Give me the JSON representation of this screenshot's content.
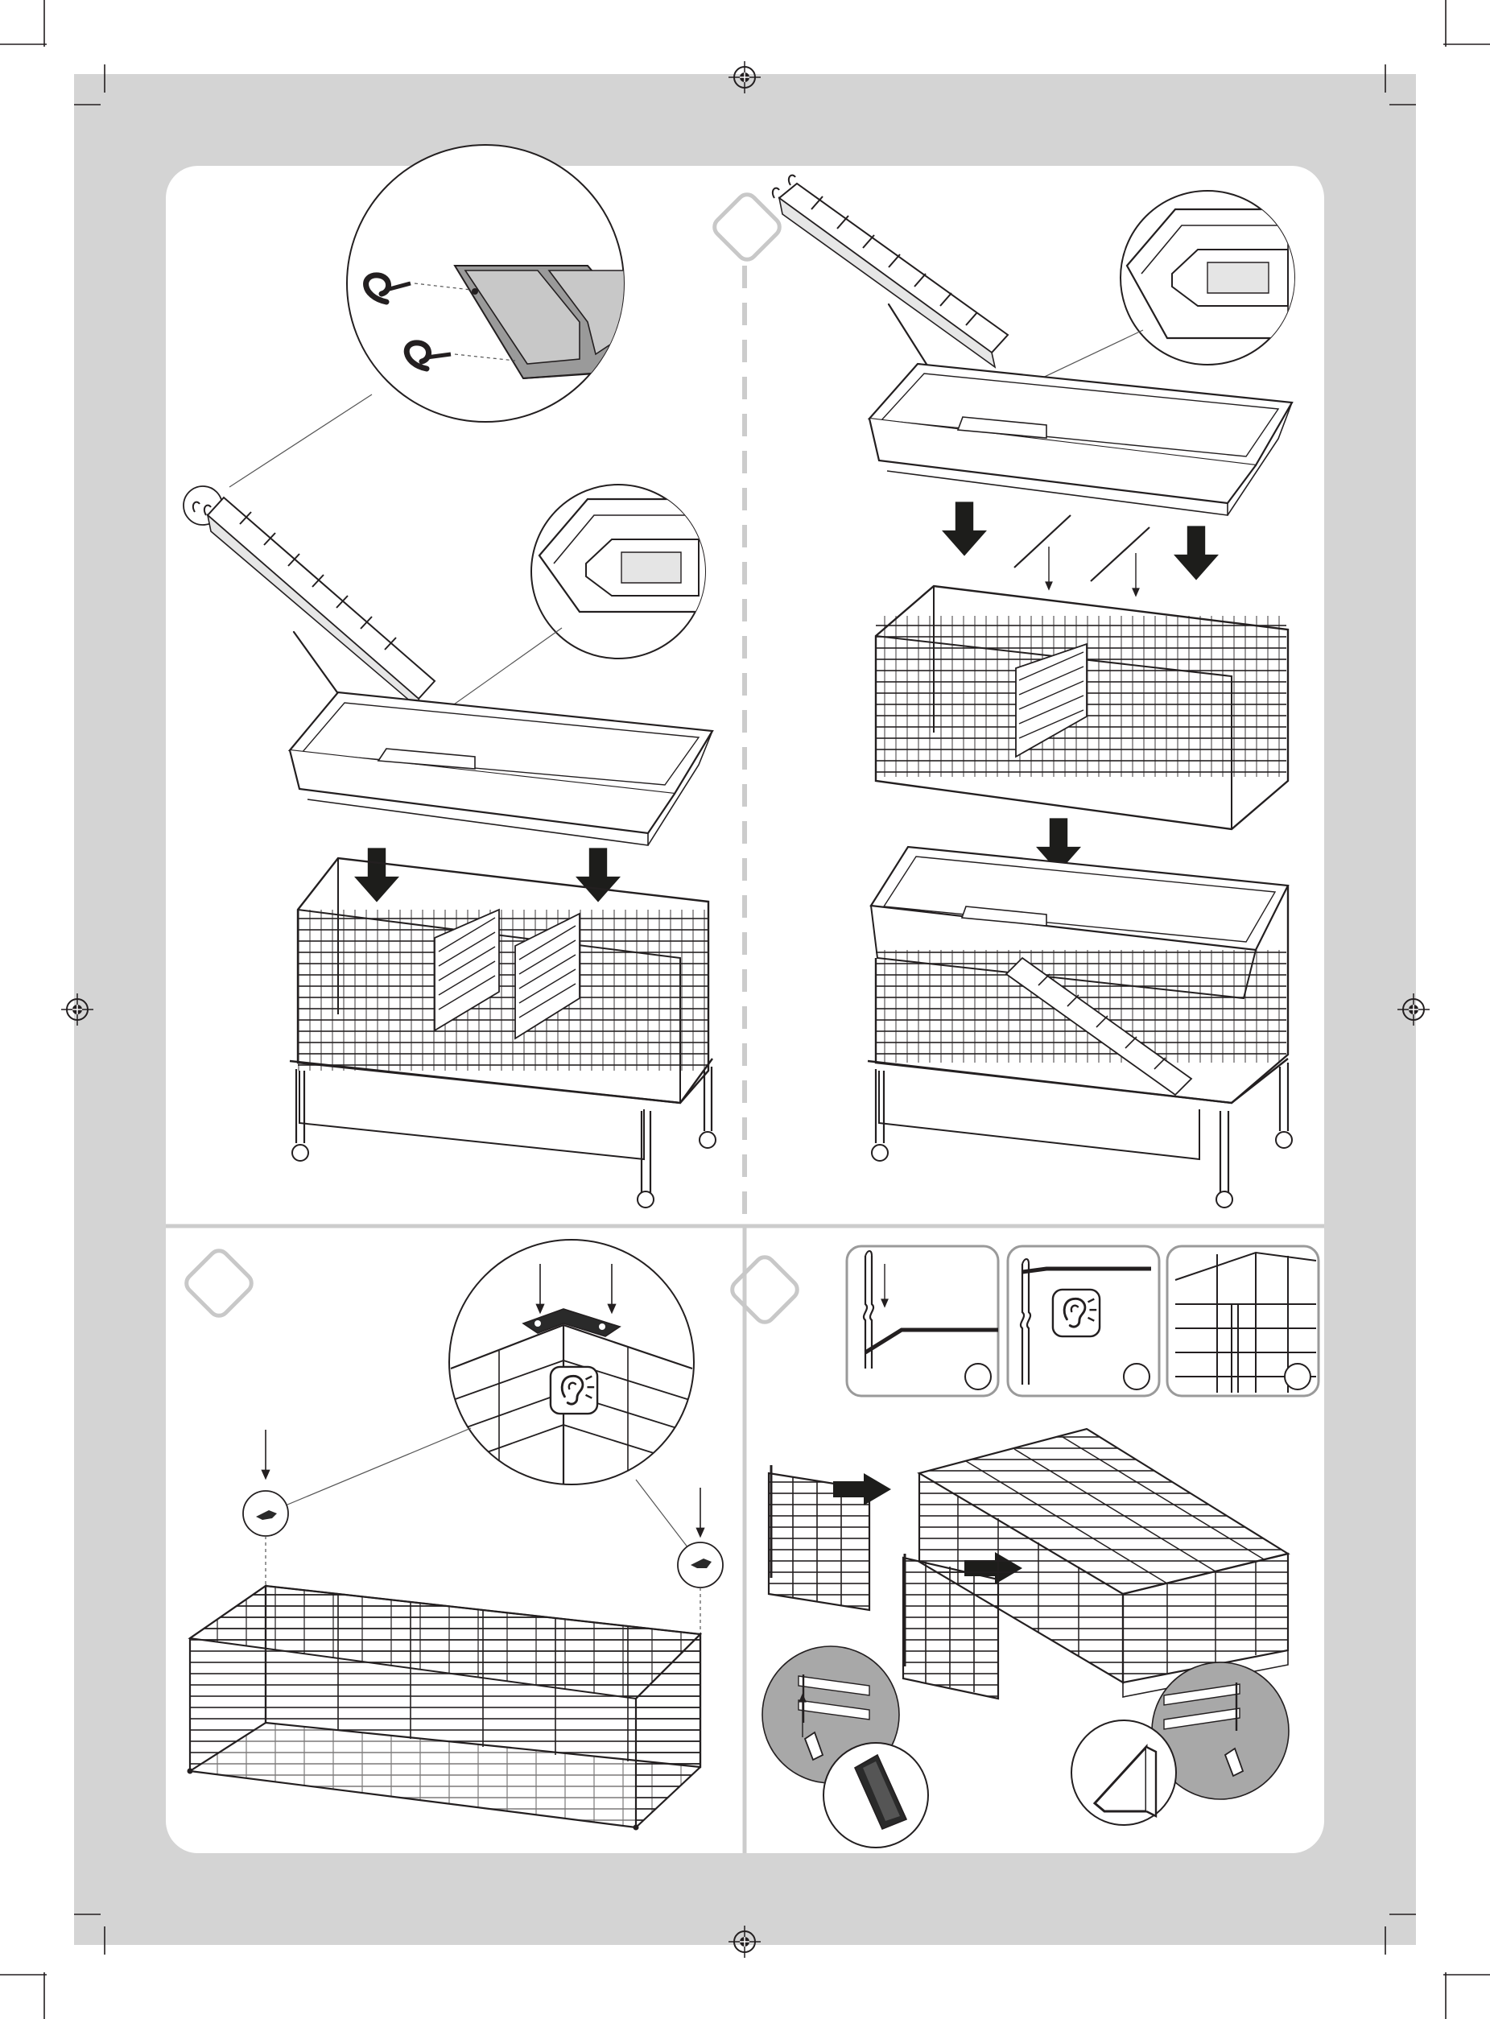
{
  "document": {
    "type": "assembly-instructions",
    "colors": {
      "background": "#d4d4d4",
      "panel": "#ffffff",
      "ink": "#231f20",
      "divider": "#cccccc",
      "step_badge": "#c8c8c8",
      "detail_shade": "#a8a8a8"
    },
    "panels": [
      {
        "id": "panel-top-left",
        "step_badge_visible": false,
        "icons": [
          "hook-icon",
          "ladder-icon",
          "tray-icon",
          "cage-icon",
          "stand-icon"
        ]
      },
      {
        "id": "panel-top-right",
        "step_badge_visible": true,
        "icons": [
          "ladder-icon",
          "tray-icon",
          "cage-icon",
          "down-arrow-icon",
          "stand-icon"
        ]
      },
      {
        "id": "panel-bottom-left",
        "step_badge_visible": true,
        "icons": [
          "corner-clip-icon",
          "ear-click-icon",
          "cage-base-icon",
          "down-arrow-icon"
        ]
      },
      {
        "id": "panel-bottom-right",
        "step_badge_visible": true,
        "icons": [
          "wire-panel-icon",
          "ear-click-icon",
          "right-arrow-icon",
          "latch-icon",
          "cage-frame-icon"
        ]
      }
    ]
  }
}
